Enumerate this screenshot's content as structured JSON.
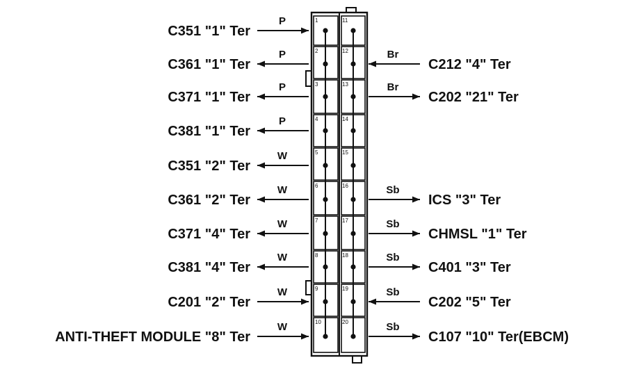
{
  "connector": {
    "left_pins": [
      "1",
      "2",
      "3",
      "4",
      "5",
      "6",
      "7",
      "8",
      "9",
      "10"
    ],
    "right_pins": [
      "11",
      "12",
      "13",
      "14",
      "15",
      "16",
      "17",
      "18",
      "19",
      "20"
    ]
  },
  "left_connections": [
    {
      "pin": "1",
      "color": "P",
      "label": "C351 \"1\" Ter",
      "dir": "in"
    },
    {
      "pin": "2",
      "color": "P",
      "label": "C361 \"1\" Ter",
      "dir": "out"
    },
    {
      "pin": "3",
      "color": "P",
      "label": "C371 \"1\" Ter",
      "dir": "out"
    },
    {
      "pin": "4",
      "color": "P",
      "label": "C381 \"1\" Ter",
      "dir": "out"
    },
    {
      "pin": "5",
      "color": "W",
      "label": "C351 \"2\" Ter",
      "dir": "out"
    },
    {
      "pin": "6",
      "color": "W",
      "label": "C361 \"2\" Ter",
      "dir": "out"
    },
    {
      "pin": "7",
      "color": "W",
      "label": "C371 \"4\" Ter",
      "dir": "out"
    },
    {
      "pin": "8",
      "color": "W",
      "label": "C381 \"4\" Ter",
      "dir": "out"
    },
    {
      "pin": "9",
      "color": "W",
      "label": "C201 \"2\" Ter",
      "dir": "in"
    },
    {
      "pin": "10",
      "color": "W",
      "label": "ANTI-THEFT MODULE \"8\" Ter",
      "dir": "in"
    }
  ],
  "right_connections": [
    {
      "pin": "12",
      "color": "Br",
      "label": "C212 \"4\" Ter",
      "dir": "in"
    },
    {
      "pin": "13",
      "color": "Br",
      "label": "C202 \"21\" Ter",
      "dir": "out"
    },
    {
      "pin": "16",
      "color": "Sb",
      "label": "ICS \"3\" Ter",
      "dir": "out"
    },
    {
      "pin": "17",
      "color": "Sb",
      "label": "CHMSL \"1\" Ter",
      "dir": "out"
    },
    {
      "pin": "18",
      "color": "Sb",
      "label": "C401 \"3\" Ter",
      "dir": "out"
    },
    {
      "pin": "19",
      "color": "Sb",
      "label": "C202 \"5\" Ter",
      "dir": "in"
    },
    {
      "pin": "20",
      "color": "Sb",
      "label": "C107 \"10\" Ter(EBCM)",
      "dir": "out"
    }
  ],
  "colors": {
    "ink": "#111111",
    "background": "#ffffff"
  }
}
